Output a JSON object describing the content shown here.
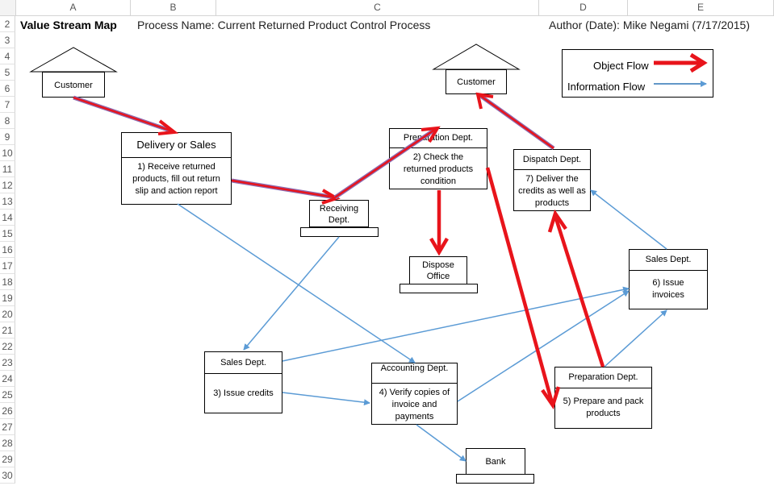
{
  "sheet": {
    "columns": [
      "A",
      "B",
      "C",
      "D",
      "E"
    ],
    "rows": [
      "2",
      "3",
      "4",
      "5",
      "6",
      "7",
      "8",
      "9",
      "10",
      "11",
      "12",
      "13",
      "14",
      "15",
      "16",
      "17",
      "18",
      "19",
      "20",
      "21",
      "22",
      "23",
      "24",
      "25",
      "26",
      "27",
      "28",
      "29",
      "30"
    ]
  },
  "header": {
    "title": "Value Stream Map",
    "process": "Process Name: Current Returned Product Control Process",
    "author": "Author (Date):  Mike Negami (7/17/2015)"
  },
  "legend": {
    "object_flow": "Object Flow",
    "information_flow": "Information Flow"
  },
  "nodes": {
    "customer_left": "Customer",
    "customer_right": "Customer",
    "delivery_title": "Delivery or Sales",
    "delivery_body": "1) Receive returned products, fill out return slip and action report",
    "receiving": "Receiving Dept.",
    "prep_top_title": "Preparation Dept.",
    "prep_top_body": "2) Check the returned products condition",
    "dispose": "Dispose Office",
    "dispatch_title": "Dispatch Dept.",
    "dispatch_body": "7) Deliver the credits as well as products",
    "sales_right_title": "Sales Dept.",
    "sales_right_body": "6) Issue invoices",
    "sales_left_title": "Sales Dept.",
    "sales_left_body": "3) Issue credits",
    "accounting_title": "Accounting Dept.",
    "accounting_body": "4) Verify copies of invoice and payments",
    "prep_bottom_title": "Preparation Dept.",
    "prep_bottom_body": "5) Prepare and pack products",
    "bank": "Bank"
  },
  "colors": {
    "object_flow": "#e8141b",
    "information_flow": "#5b9bd5",
    "grid": "#d4d4d4"
  }
}
